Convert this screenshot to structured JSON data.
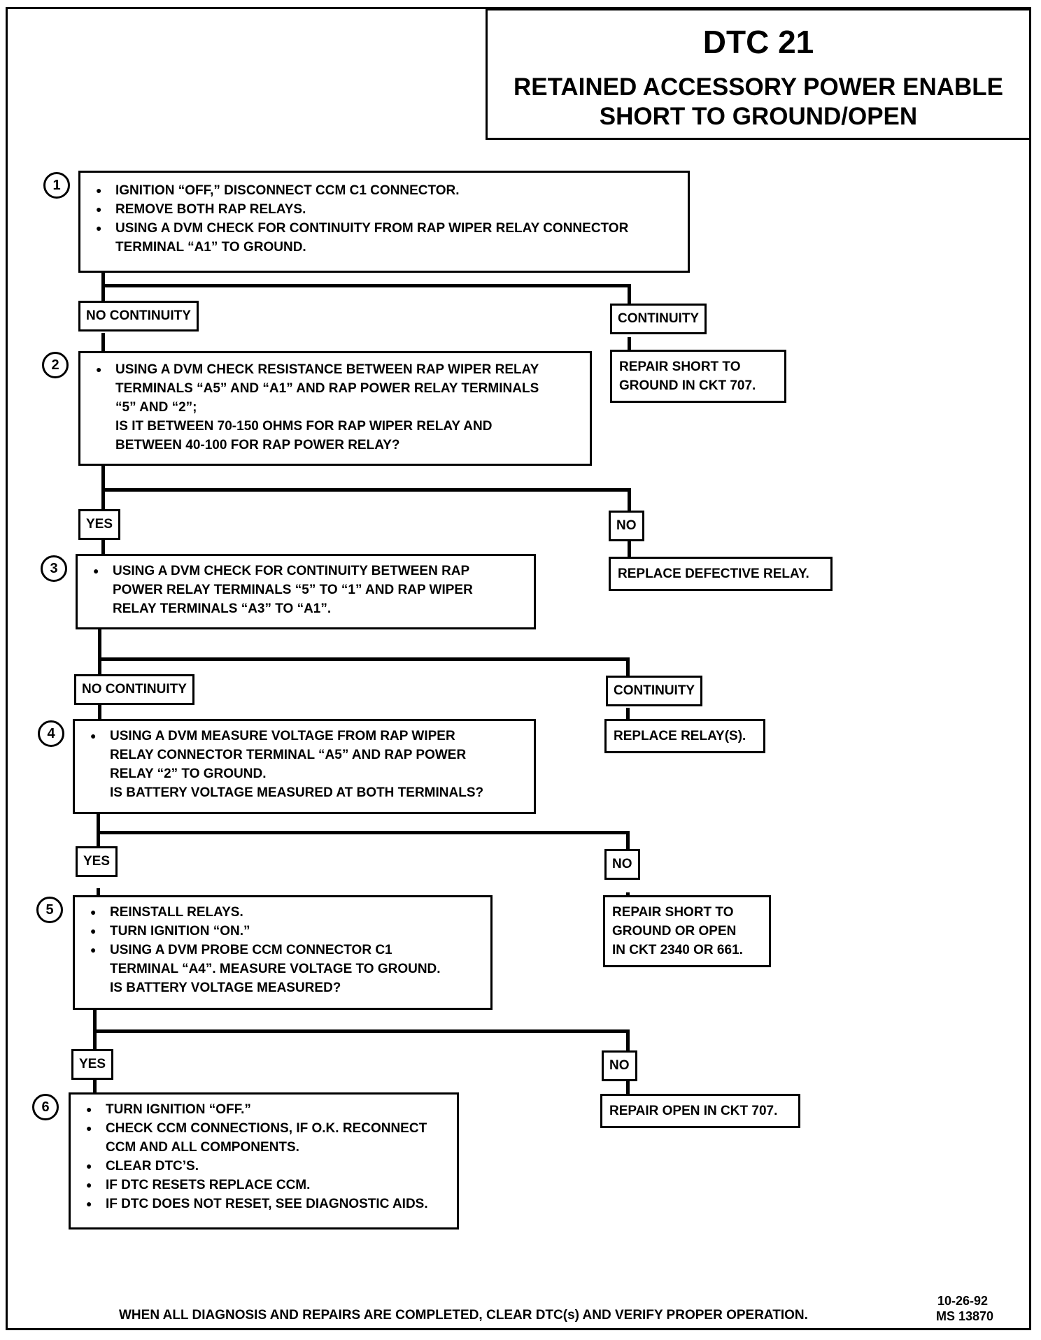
{
  "header": {
    "code": "DTC 21",
    "title_line1": "RETAINED ACCESSORY POWER ENABLE",
    "title_line2": "SHORT TO GROUND/OPEN"
  },
  "steps": [
    {
      "number": "1",
      "lines": [
        "IGNITION “OFF,” DISCONNECT CCM C1 CONNECTOR.",
        "REMOVE BOTH RAP RELAYS.",
        " USING A DVM CHECK FOR CONTINUITY FROM RAP WIPER RELAY CONNECTOR",
        "TERMINAL “A1” TO GROUND."
      ]
    },
    {
      "number": "2",
      "lines": [
        "USING A DVM CHECK RESISTANCE BETWEEN RAP WIPER RELAY",
        "TERMINALS “A5” AND “A1” AND RAP POWER RELAY TERMINALS",
        "“5” AND “2”;",
        "IS IT BETWEEN 70-150 OHMS FOR RAP WIPER RELAY AND",
        "BETWEEN 40-100 FOR RAP POWER RELAY?"
      ]
    },
    {
      "number": "3",
      "lines": [
        "USING A DVM CHECK FOR CONTINUITY BETWEEN RAP",
        "POWER RELAY TERMINALS “5” TO “1” AND RAP WIPER",
        "RELAY TERMINALS  “A3” TO “A1”."
      ]
    },
    {
      "number": "4",
      "lines": [
        "USING A DVM MEASURE VOLTAGE FROM RAP WIPER",
        "RELAY CONNECTOR TERMINAL “A5” AND RAP POWER",
        "RELAY  “2” TO GROUND.",
        "IS BATTERY VOLTAGE MEASURED AT BOTH TERMINALS?"
      ]
    },
    {
      "number": "5",
      "lines": [
        "REINSTALL RELAYS.",
        "TURN IGNITION “ON.”",
        "USING A DVM PROBE CCM CONNECTOR C1",
        "TERMINAL “A4”.  MEASURE VOLTAGE TO GROUND.",
        "IS BATTERY VOLTAGE MEASURED?"
      ]
    },
    {
      "number": "6",
      "lines": [
        "TURN IGNITION “OFF.”",
        "CHECK CCM CONNECTIONS, IF O.K. RECONNECT",
        "CCM AND ALL COMPONENTS.",
        "CLEAR DTC’S.",
        "IF DTC RESETS REPLACE CCM.",
        "IF DTC DOES NOT RESET, SEE DIAGNOSTIC AIDS."
      ]
    }
  ],
  "branches": [
    {
      "left_label": "NO CONTINUITY",
      "right_label": "CONTINUITY",
      "right_result": [
        "REPAIR SHORT TO",
        "GROUND IN CKT 707."
      ]
    },
    {
      "left_label": "YES",
      "right_label": "NO",
      "right_result": [
        "REPLACE DEFECTIVE RELAY."
      ]
    },
    {
      "left_label": "NO CONTINUITY",
      "right_label": "CONTINUITY",
      "right_result": [
        "REPLACE RELAY(S)."
      ]
    },
    {
      "left_label": "YES",
      "right_label": "NO",
      "right_result": [
        "REPAIR SHORT TO",
        "GROUND OR OPEN",
        "IN CKT 2340 OR 661."
      ]
    },
    {
      "left_label": "YES",
      "right_label": "NO",
      "right_result": [
        "REPAIR OPEN IN CKT 707."
      ]
    }
  ],
  "footer": {
    "note": "WHEN ALL DIAGNOSIS AND REPAIRS ARE COMPLETED, CLEAR DTC(s) AND VERIFY PROPER OPERATION.",
    "date": "10-26-92",
    "doc_code": "MS 13870"
  }
}
